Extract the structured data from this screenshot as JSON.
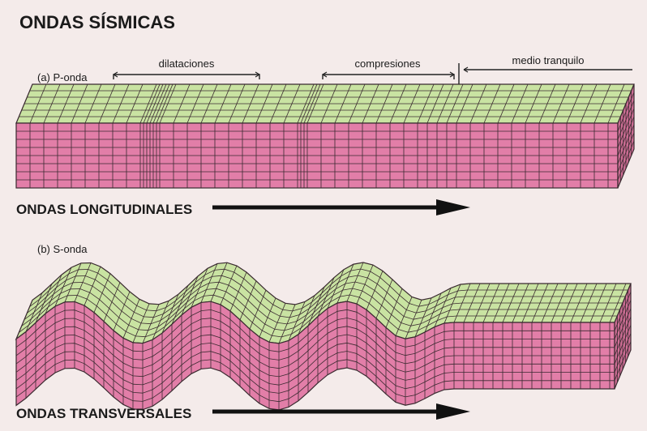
{
  "title": "ONDAS SÍSMICAS",
  "panel_a": {
    "label": "(a) P-onda",
    "annotations": {
      "dilataciones": "dilataciones",
      "compresiones": "compresiones",
      "medio_tranquilo": "medio tranquilo"
    },
    "caption": "ONDAS LONGITUDINALES"
  },
  "panel_b": {
    "label": "(b) S-onda",
    "caption": "ONDAS TRANSVERSALES"
  },
  "colors": {
    "background": "#f4ebea",
    "top_face": "#c9e3a2",
    "side_face": "#e27ea8",
    "end_face": "#cf6f96",
    "grid": "#3a2a30",
    "arrow": "#111111"
  }
}
